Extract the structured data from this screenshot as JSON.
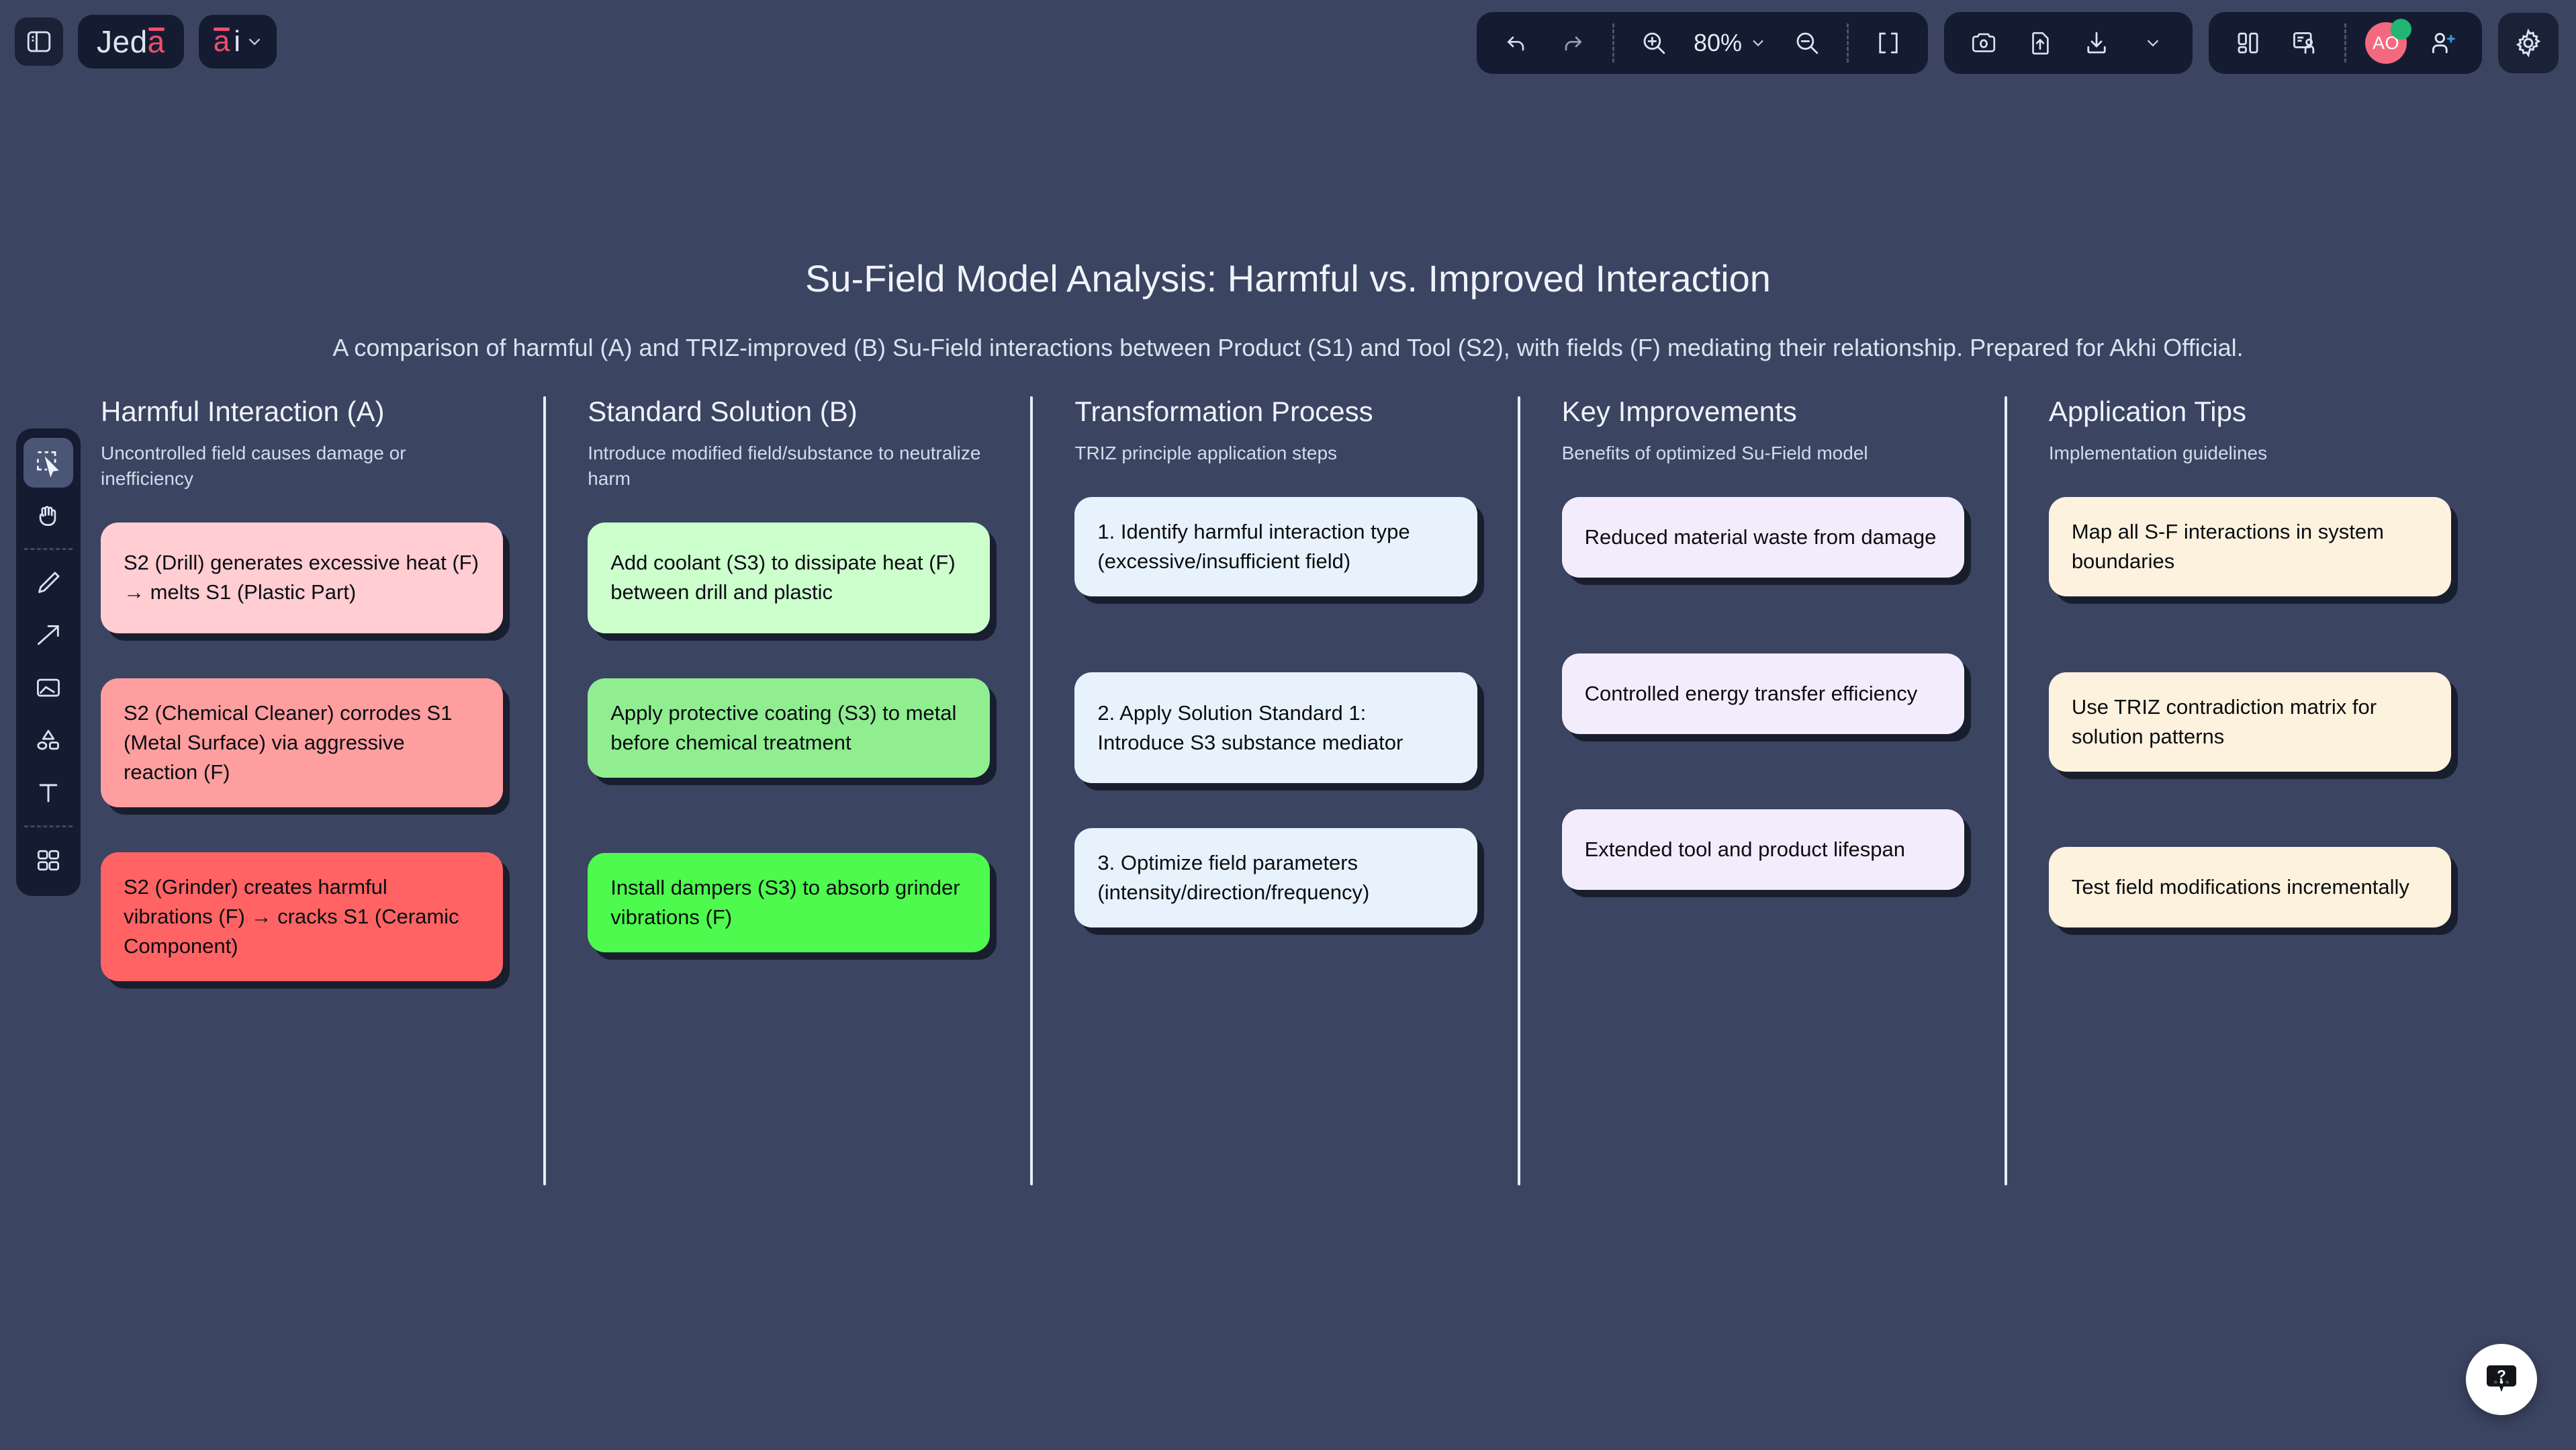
{
  "app": {
    "brand_main": "Jed",
    "brand_accent": "a",
    "ai_label_a": "a",
    "ai_label_i": "i",
    "accent_color": "#f04e6e",
    "canvas_color": "#3b4461",
    "panel_color": "#151c31"
  },
  "toolbar": {
    "sidebar_toggle": "panel-toggle-icon",
    "undo": "Undo",
    "redo": "Redo",
    "zoom_in": "Zoom in",
    "zoom_out": "Zoom out",
    "zoom_level": "80%",
    "fit_screen": "Fit to screen",
    "screenshot": "Screenshot",
    "upload": "Upload",
    "download": "Download",
    "layout": "Layout",
    "present": "Presentation",
    "avatar_initials": "AO",
    "add_member": "Add member",
    "settings": "Settings"
  },
  "tools": [
    {
      "name": "select-tool",
      "label": "Select"
    },
    {
      "name": "hand-tool",
      "label": "Hand"
    },
    {
      "name": "pencil-tool",
      "label": "Draw"
    },
    {
      "name": "arrow-tool",
      "label": "Arrow"
    },
    {
      "name": "image-tool",
      "label": "Image"
    },
    {
      "name": "shape-tool",
      "label": "Shapes"
    },
    {
      "name": "text-tool",
      "label": "Text"
    },
    {
      "name": "grid-tool",
      "label": "Templates"
    }
  ],
  "board": {
    "title": "Su-Field Model Analysis: Harmful vs. Improved Interaction",
    "subtitle": "A comparison of harmful (A) and TRIZ-improved (B) Su-Field interactions between Product (S1) and Tool (S2), with fields (F) mediating their relationship. Prepared for Akhi Official.",
    "columns": [
      {
        "title": "Harmful Interaction (A)",
        "subtitle": "Uncontrolled field causes damage or inefficiency",
        "cards": [
          {
            "text": "S2 (Drill) generates excessive heat (F) → melts S1 (Plastic Part)",
            "bg": "#ffcdd2",
            "height": 165,
            "gap": 67
          },
          {
            "text": "S2 (Chemical Cleaner) corrodes S1 (Metal Surface) via aggressive reaction (F)",
            "bg": "#ff9e9e",
            "height": 165,
            "gap": 67
          },
          {
            "text": "S2 (Grinder) creates harmful vibrations (F) → cracks S1 (Ceramic Component)",
            "bg": "#ff6363",
            "height": 165,
            "gap": 0
          }
        ]
      },
      {
        "title": "Standard Solution (B)",
        "subtitle": "Introduce modified field/substance to neutralize harm",
        "cards": [
          {
            "text": "Add coolant (S3) to dissipate heat (F) between drill and plastic",
            "bg": "#ccffcc",
            "height": 165,
            "gap": 67
          },
          {
            "text": "Apply protective coating (S3) to metal before chemical treatment",
            "bg": "#90ee90",
            "height": 120,
            "gap": 112
          },
          {
            "text": "Install dampers (S3) to absorb grinder vibrations (F)",
            "bg": "#4dfa4d",
            "height": 120,
            "gap": 0
          }
        ]
      },
      {
        "title": "Transformation Process",
        "subtitle": "TRIZ principle application steps",
        "cards": [
          {
            "text": "1. Identify harmful interaction type (excessive/insufficient field)",
            "bg": "#e8f2fd",
            "height": 120,
            "gap": 113
          },
          {
            "text": "2. Apply Solution Standard 1: Introduce S3 substance mediator",
            "bg": "#e8f2fd",
            "height": 165,
            "gap": 67
          },
          {
            "text": "3. Optimize field parameters (intensity/direction/frequency)",
            "bg": "#e8f2fd",
            "height": 120,
            "gap": 0
          }
        ]
      },
      {
        "title": "Key Improvements",
        "subtitle": "Benefits of optimized Su-Field model",
        "cards": [
          {
            "text": "Reduced material waste from damage",
            "bg": "#f3ecfd",
            "height": 120,
            "gap": 113
          },
          {
            "text": "Controlled energy transfer efficiency",
            "bg": "#f3ecfd",
            "height": 120,
            "gap": 112
          },
          {
            "text": "Extended tool and product lifespan",
            "bg": "#f3ecfd",
            "height": 120,
            "gap": 0
          }
        ]
      },
      {
        "title": "Application Tips",
        "subtitle": "Implementation guidelines",
        "cards": [
          {
            "text": "Map all S-F interactions in system boundaries",
            "bg": "#fdf2dd",
            "height": 120,
            "gap": 113
          },
          {
            "text": "Use TRIZ contradiction matrix for solution patterns",
            "bg": "#fdf2dd",
            "height": 120,
            "gap": 112
          },
          {
            "text": "Test field modifications incrementally",
            "bg": "#fdf2dd",
            "height": 120,
            "gap": 0
          }
        ]
      }
    ]
  },
  "help": {
    "label": "Help"
  }
}
